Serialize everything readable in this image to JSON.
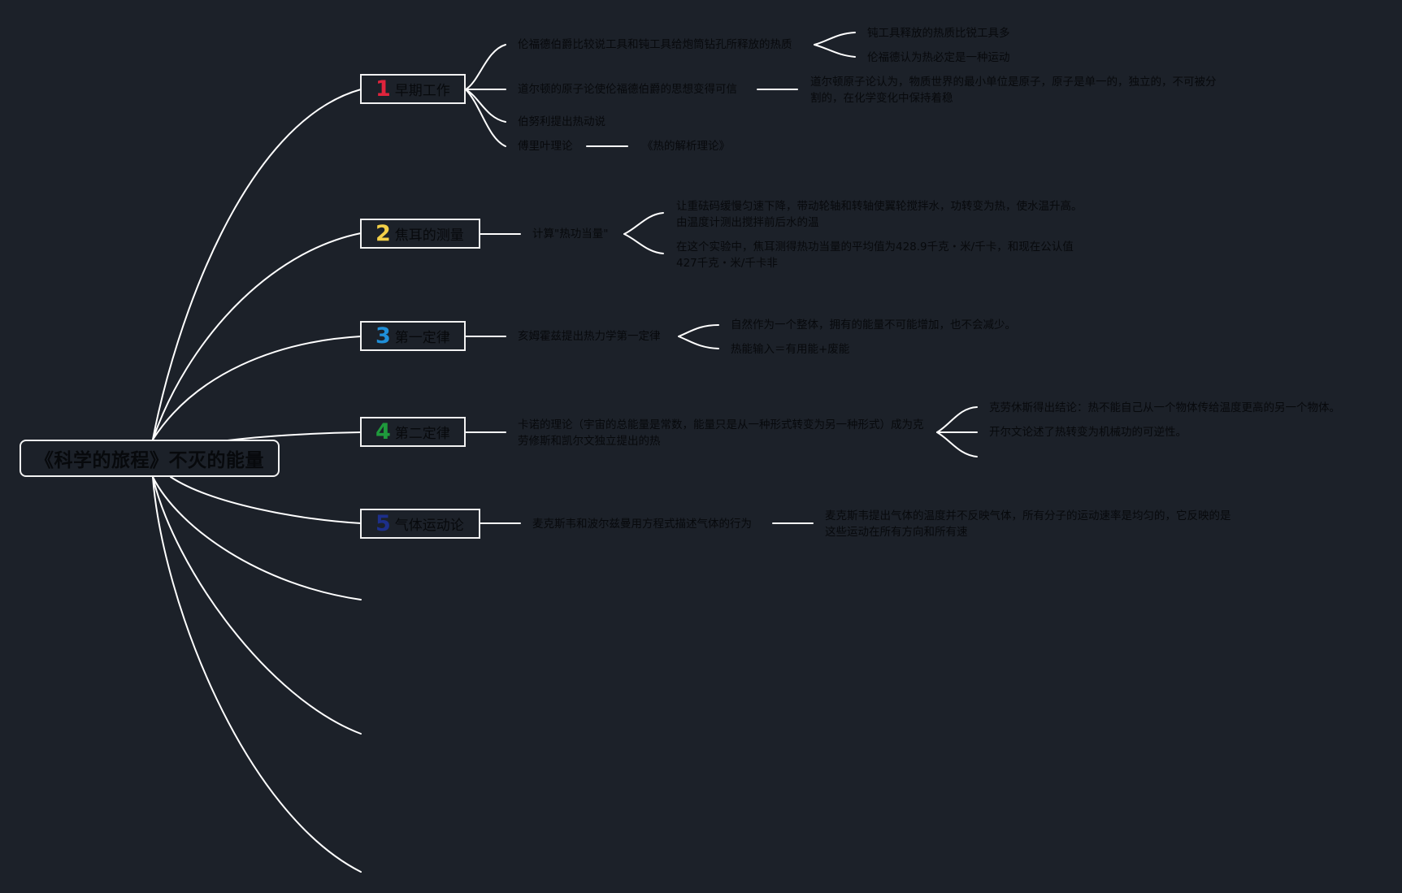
{
  "root": {
    "title": "《科学的旅程》不灭的能量"
  },
  "colors": {
    "background": "#1c2129",
    "line": "#ffffff",
    "text": "#07090c",
    "num1": "#e0243c",
    "num2": "#f2cf48",
    "num3": "#1f8fd8",
    "num4": "#1f9a3c",
    "num5": "#1d2f8a"
  },
  "branches": [
    {
      "num": "1",
      "label": "早期工作",
      "items": [
        {
          "text": "伦福德伯爵比较说工具和钝工具给炮筒钻孔所释放的热质",
          "children": [
            "钝工具释放的热质比锐工具多",
            "伦福德认为热必定是一种运动"
          ]
        },
        {
          "text": "道尔顿的原子论使伦福德伯爵的思想变得可信",
          "children": [
            "道尔顿原子论认为，物质世界的最小单位是原子，原子是单一的，独立的，不可被分割的，在化学变化中保持着稳"
          ]
        },
        {
          "text": "伯努利提出热动说"
        },
        {
          "text": "傅里叶理论",
          "children": [
            "《热的解析理论》"
          ]
        }
      ]
    },
    {
      "num": "2",
      "label": "焦耳的测量",
      "items": [
        {
          "text": "计算\"热功当量\"",
          "children": [
            "让重砝码缓慢匀速下降，带动轮轴和转轴使翼轮搅拌水，功转变为热，使水温升高。由温度计测出搅拌前后水的温",
            "在这个实验中，焦耳测得热功当量的平均值为428.9千克・米/千卡，和现在公认值427千克・米/千卡非"
          ]
        }
      ]
    },
    {
      "num": "3",
      "label": "第一定律",
      "items": [
        {
          "text": "亥姆霍兹提出热力学第一定律",
          "children": [
            "自然作为一个整体，拥有的能量不可能增加，也不会减少。",
            "热能输入＝有用能+废能"
          ]
        }
      ]
    },
    {
      "num": "4",
      "label": "第二定律",
      "items": [
        {
          "text": "卡诺的理论（宇宙的总能量是常数，能量只是从一种形式转变为另一种形式）成为克劳修斯和凯尔文独立提出的热",
          "children": [
            "克劳休斯得出结论：热不能自己从一个物体传给温度更高的另一个物体。",
            "开尔文论述了热转变为机械功的可逆性。"
          ]
        }
      ]
    },
    {
      "num": "5",
      "label": "气体运动论",
      "items": [
        {
          "text": "麦克斯韦和波尔兹曼用方程式描述气体的行为",
          "children": [
            "麦克斯韦提出气体的温度并不反映气体，所有分子的运动速率是均匀的，它反映的是这些运动在所有方向和所有速"
          ]
        }
      ]
    }
  ]
}
